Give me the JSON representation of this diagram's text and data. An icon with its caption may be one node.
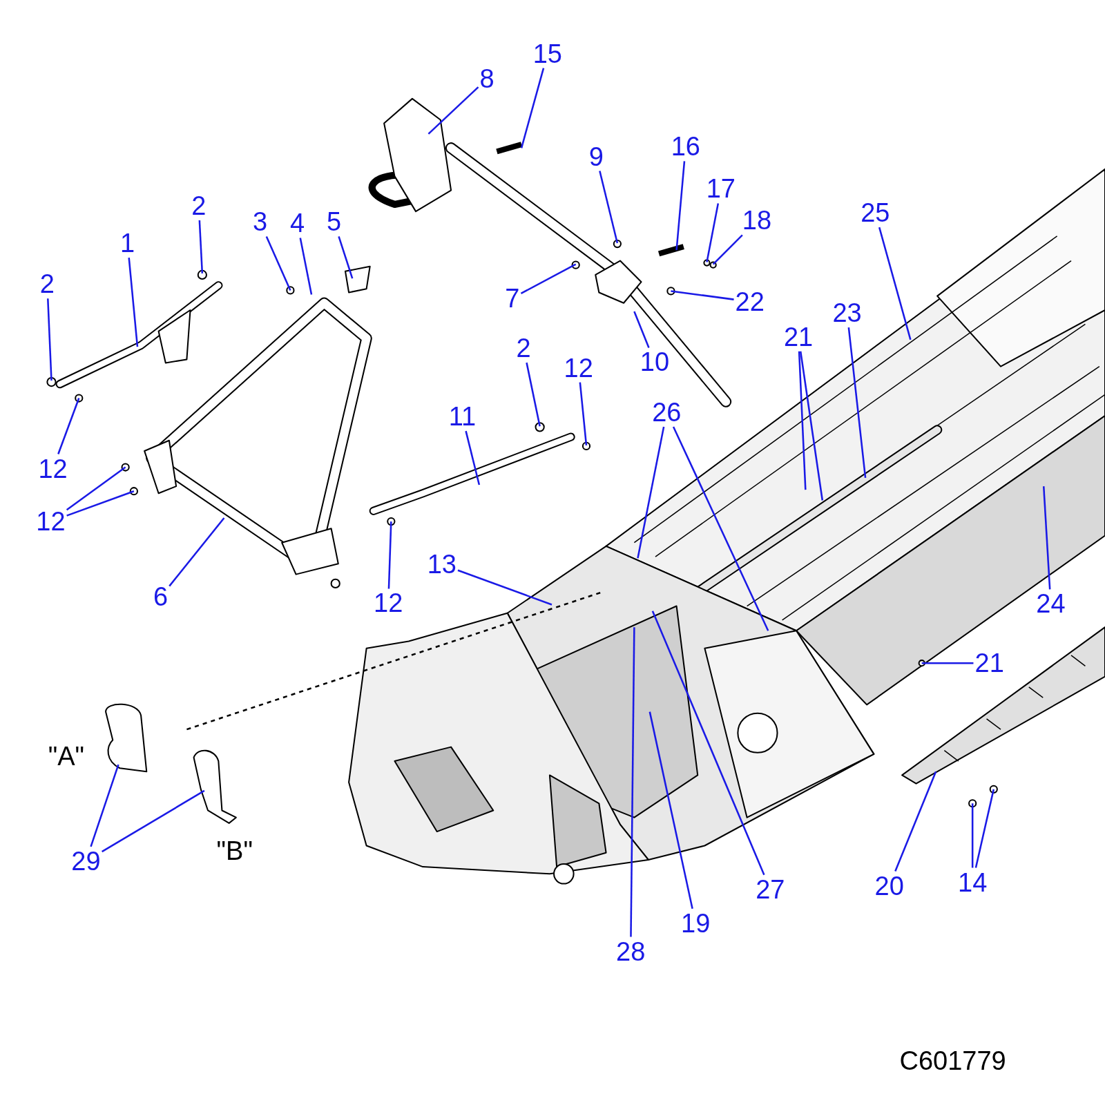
{
  "diagram": {
    "nodes": [
      {
        "text": [
          "1"
        ]
      },
      {
        "text": [
          "2"
        ]
      },
      {
        "text": [
          "2"
        ]
      },
      {
        "text": [
          "12"
        ]
      },
      {
        "text": [
          "12"
        ]
      },
      {
        "text": [
          "3"
        ]
      },
      {
        "text": [
          "4"
        ]
      },
      {
        "text": [
          "5"
        ]
      },
      {
        "text": [
          "6"
        ]
      },
      {
        "text": [
          "8"
        ]
      },
      {
        "text": [
          "15"
        ]
      },
      {
        "text": [
          "9"
        ]
      },
      {
        "text": [
          "16"
        ]
      },
      {
        "text": [
          "17"
        ]
      },
      {
        "text": [
          "18"
        ]
      },
      {
        "text": [
          "7"
        ]
      },
      {
        "text": [
          "22"
        ]
      },
      {
        "text": [
          "10"
        ]
      },
      {
        "text": [
          "2"
        ]
      },
      {
        "text": [
          "12"
        ]
      },
      {
        "text": [
          "11"
        ]
      },
      {
        "text": [
          "12"
        ]
      },
      {
        "text": [
          "13"
        ]
      },
      {
        "text": [
          "26"
        ]
      },
      {
        "text": [
          "25"
        ]
      },
      {
        "text": [
          "21"
        ]
      },
      {
        "text": [
          "23"
        ]
      },
      {
        "text": [
          "24"
        ]
      },
      {
        "text": [
          "21"
        ]
      },
      {
        "text": [
          "27"
        ]
      },
      {
        "text": [
          "19"
        ]
      },
      {
        "text": [
          "28"
        ]
      },
      {
        "text": [
          "20"
        ]
      },
      {
        "text": [
          "14"
        ]
      },
      {
        "text": [
          "29"
        ]
      }
    ],
    "edges": [
      {
        "from": 0,
        "to": null,
        "arrow": "none"
      },
      {
        "from": 1,
        "to": null,
        "arrow": "none"
      },
      {
        "from": 2,
        "to": null,
        "arrow": "none"
      },
      {
        "from": 3,
        "to": null,
        "arrow": "none"
      },
      {
        "from": 4,
        "to": null,
        "arrow": "none"
      },
      {
        "from": 4,
        "to": null,
        "arrow": "none"
      },
      {
        "from": 5,
        "to": null,
        "arrow": "none"
      },
      {
        "from": 6,
        "to": null,
        "arrow": "none"
      },
      {
        "from": 7,
        "to": null,
        "arrow": "none"
      },
      {
        "from": 8,
        "to": null,
        "arrow": "none"
      },
      {
        "from": 9,
        "to": null,
        "arrow": "none"
      },
      {
        "from": 10,
        "to": null,
        "arrow": "none"
      },
      {
        "from": 11,
        "to": null,
        "arrow": "none"
      },
      {
        "from": 12,
        "to": null,
        "arrow": "none"
      },
      {
        "from": 13,
        "to": null,
        "arrow": "none"
      },
      {
        "from": 14,
        "to": null,
        "arrow": "none"
      },
      {
        "from": 15,
        "to": null,
        "arrow": "none"
      },
      {
        "from": 16,
        "to": null,
        "arrow": "none"
      },
      {
        "from": 17,
        "to": null,
        "arrow": "none"
      },
      {
        "from": 18,
        "to": null,
        "arrow": "none"
      },
      {
        "from": 19,
        "to": null,
        "arrow": "none"
      },
      {
        "from": 20,
        "to": null,
        "arrow": "none"
      },
      {
        "from": 21,
        "to": null,
        "arrow": "none"
      },
      {
        "from": 22,
        "to": null,
        "arrow": "none"
      },
      {
        "from": 23,
        "to": null,
        "arrow": "none"
      },
      {
        "from": 23,
        "to": null,
        "arrow": "none"
      },
      {
        "from": 24,
        "to": null,
        "arrow": "none"
      },
      {
        "from": 25,
        "to": null,
        "arrow": "none"
      },
      {
        "from": 25,
        "to": null,
        "arrow": "none"
      },
      {
        "from": 26,
        "to": null,
        "arrow": "none"
      },
      {
        "from": 27,
        "to": null,
        "arrow": "none"
      },
      {
        "from": 28,
        "to": null,
        "arrow": "none"
      },
      {
        "from": 29,
        "to": null,
        "arrow": "none"
      },
      {
        "from": 30,
        "to": null,
        "arrow": "none"
      },
      {
        "from": 31,
        "to": null,
        "arrow": "none"
      },
      {
        "from": 32,
        "to": null,
        "arrow": "none"
      },
      {
        "from": 33,
        "to": null,
        "arrow": "none"
      },
      {
        "from": 33,
        "to": null,
        "arrow": "none"
      },
      {
        "from": 34,
        "to": null,
        "arrow": "none"
      },
      {
        "from": 34,
        "to": null,
        "arrow": "none"
      }
    ],
    "labels": [
      "\"A\"",
      "\"B\"",
      "C601779"
    ]
  }
}
